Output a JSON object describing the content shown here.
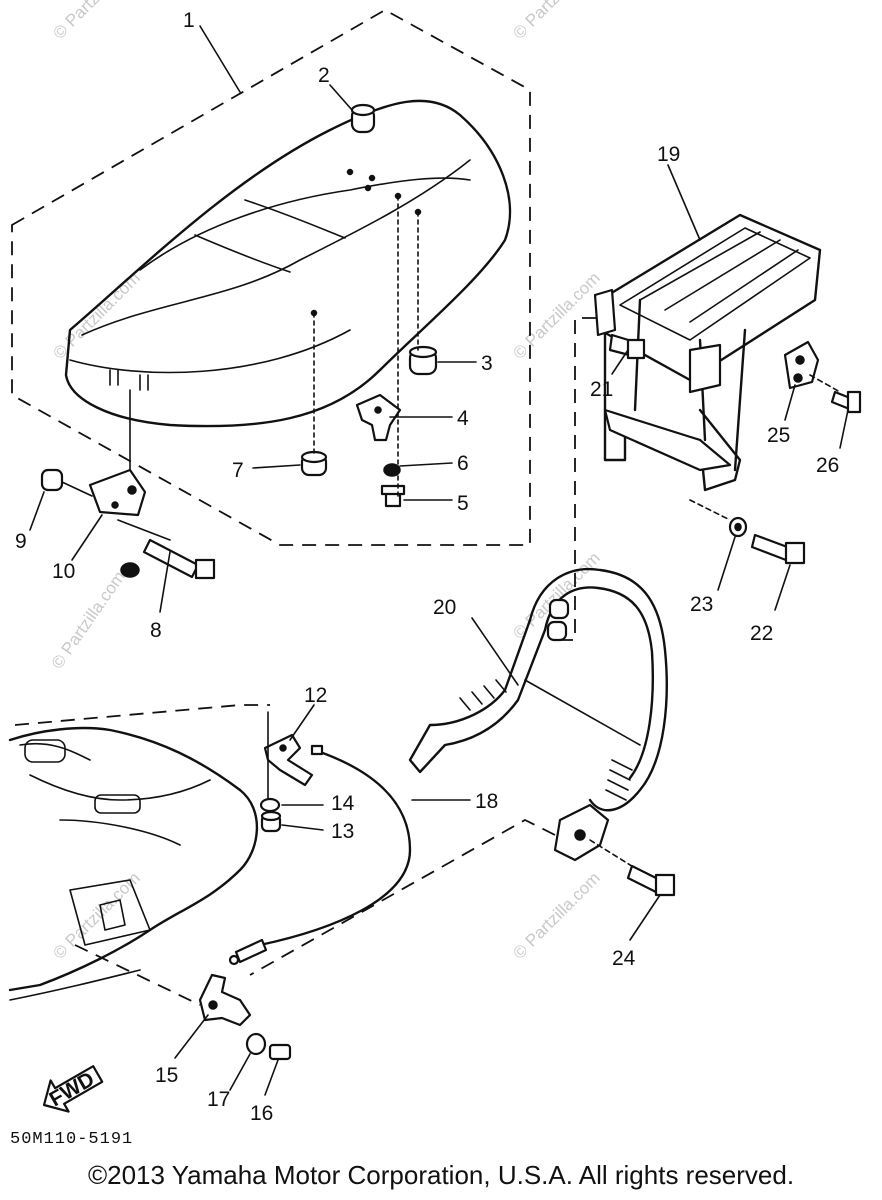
{
  "diagram": {
    "callouts": [
      "1",
      "2",
      "3",
      "4",
      "5",
      "6",
      "7",
      "8",
      "9",
      "10",
      "12",
      "13",
      "14",
      "15",
      "16",
      "17",
      "18",
      "19",
      "20",
      "21",
      "22",
      "23",
      "24",
      "25",
      "26"
    ],
    "fwd_label": "FWD",
    "part_code": "50M110-5191",
    "copyright": "©2013  Yamaha Motor Corporation, U.S.A. All rights reserved.",
    "watermark": "© Partzilla.com"
  }
}
